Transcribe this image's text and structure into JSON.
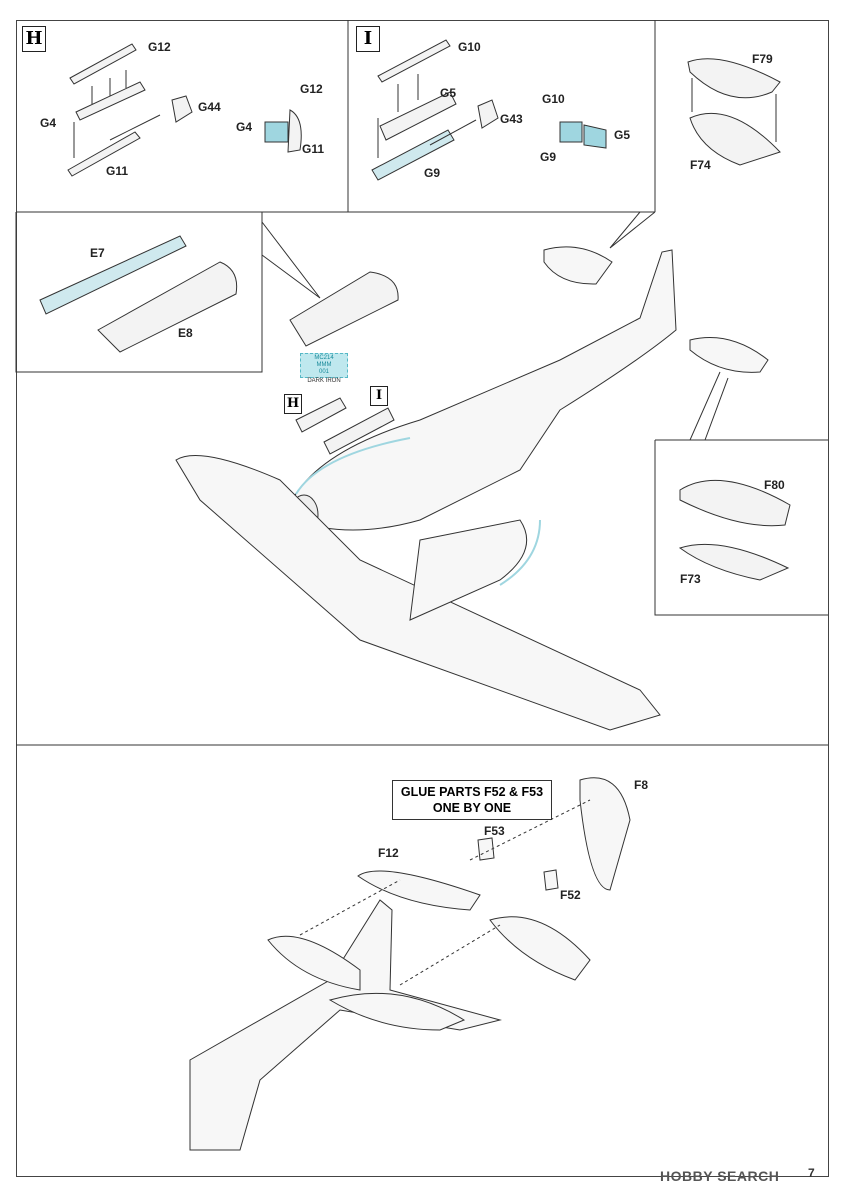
{
  "steps": {
    "h_label": "H",
    "i_label": "I",
    "h_ref": "H",
    "i_ref": "I"
  },
  "labels": {
    "g12_a": "G12",
    "g44": "G44",
    "g4_a": "G4",
    "g11_a": "G11",
    "g12_b": "G12",
    "g4_b": "G4",
    "g11_b": "G11",
    "g10_a": "G10",
    "g5_a": "G5",
    "g43": "G43",
    "g9_a": "G9",
    "g10_b": "G10",
    "g5_b": "G5",
    "g9_b": "G9",
    "f79": "F79",
    "f74": "F74",
    "e7": "E7",
    "e8": "E8",
    "f80": "F80",
    "f73": "F73",
    "f8": "F8",
    "f53": "F53",
    "f12": "F12",
    "f52": "F52"
  },
  "paint_callout": {
    "line1": "MC214",
    "line2": "MMM",
    "line3": "001",
    "line4": "DARK IRON"
  },
  "note": {
    "line1": "GLUE PARTS F52 & F53",
    "line2": "ONE BY ONE"
  },
  "watermark": "HOBBY SEARCH",
  "page_number": "7",
  "colors": {
    "highlight": "#9fd6e0",
    "line": "#222222"
  }
}
